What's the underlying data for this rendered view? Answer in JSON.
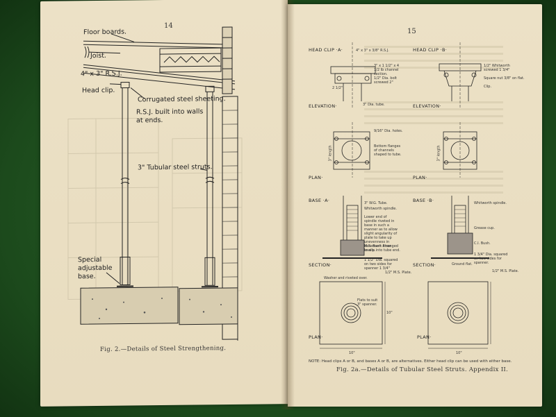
{
  "left_page": {
    "page_number": "14",
    "labels": {
      "floor_boards": "Floor boards.",
      "joist": "Joist.",
      "rsj": "4\" x 3\" R.S.J.",
      "head_clip": "Head clip.",
      "corrugated": "Corrugated steel sheeting.",
      "rsj_built": "R.S.J. built into walls",
      "at_ends": "at ends.",
      "tubular": "3\" Tubular steel struts.",
      "special": "Special",
      "adjustable": "adjustable",
      "base": "base."
    },
    "caption": "Fig. 2.—Details of Steel Strengthening."
  },
  "right_page": {
    "page_number": "15",
    "sections": {
      "head_clip_a": "HEAD CLIP ·A·",
      "head_clip_b": "HEAD CLIP ·B·",
      "elevation_a": "ELEVATION·",
      "elevation_b": "ELEVATION·",
      "plan_1a": "PLAN·",
      "plan_1b": "PLAN·",
      "base_a": "BASE ·A·",
      "base_b": "BASE ·B·",
      "section_a": "SECTION·",
      "section_b": "SECTION·",
      "plan_2a": "PLAN·",
      "plan_2b": "PLAN·"
    },
    "notes": {
      "n1": "4\" x 3\" x 3/8\" R.S.J.",
      "n2": "3\" x 1 1/2\" x 4 1/2 lb channel section.",
      "n3": "1/2\" Dia. bolt screwed 2\"",
      "n4": "3\" Dia. tube.",
      "n5": "1/2\" Whitworth screwed 1 3/4\"",
      "n6": "Square nut 3/8\" on flat.",
      "n7": "Clip.",
      "n8": "9/16\" Dia. holes.",
      "n9": "Bottom flanges of channels shaped to tube.",
      "n10": "3\" W.G. Tube.",
      "n11": "Whitworth spindle.",
      "n12": "Lower end of spindle riveted in base in such a manner as to allow slight angularity of plate to take up unevenness in basement Floor levels.",
      "n13": "M.S. Bush arranged to slip into tube end.",
      "n14": "1 1/2\" Dia. squared on two sides for spanner 1 3/4\"",
      "n15": "1/2\" M.S. Plate.",
      "n16": "Washer and riveted over.",
      "n17": "Flats to suit 3\" spanner.",
      "n18": "Whitworth spindle.",
      "n19": "Grease cup.",
      "n20": "C.I. Bush.",
      "n21": "1 3/4\" Dia. squared on two sides for spanner.",
      "n22": "Ground flat.",
      "n23": "1/2\" M.S. Plate."
    },
    "dims": {
      "d1": "3\" length",
      "d2": "2 1/2\"",
      "d3": "3\" length",
      "d4": "10\"",
      "d5": "10\"",
      "d6": "10\""
    },
    "footnote": "NOTE: Head clips A or B, and bases A or B, are alternatives. Either head clip can be used with either base.",
    "caption": "Fig. 2a.—Details of Tubular Steel Struts.   Appendix II."
  },
  "colors": {
    "felt": "#1f4a1f",
    "paper": "#ebdfc3",
    "ink": "#222222"
  }
}
